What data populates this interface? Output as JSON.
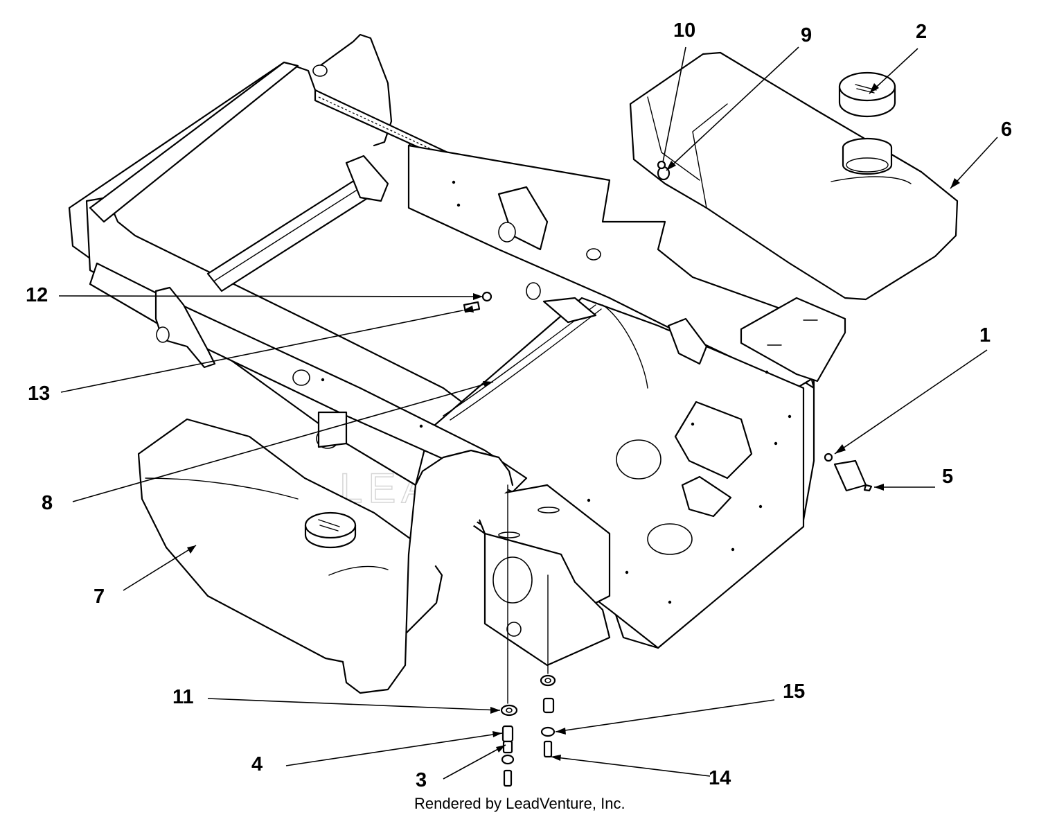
{
  "diagram": {
    "callouts": [
      {
        "label": "1"
      },
      {
        "label": "2"
      },
      {
        "label": "3"
      },
      {
        "label": "4"
      },
      {
        "label": "5"
      },
      {
        "label": "6"
      },
      {
        "label": "7"
      },
      {
        "label": "8"
      },
      {
        "label": "9"
      },
      {
        "label": "10"
      },
      {
        "label": "11"
      },
      {
        "label": "12"
      },
      {
        "label": "13"
      },
      {
        "label": "14"
      },
      {
        "label": "15"
      }
    ],
    "watermark": "LEADVENTURE",
    "credit": "Rendered by LeadVenture, Inc.",
    "colors": {
      "line": "#000000",
      "background": "#ffffff",
      "watermark": "#d6d6d6"
    }
  }
}
